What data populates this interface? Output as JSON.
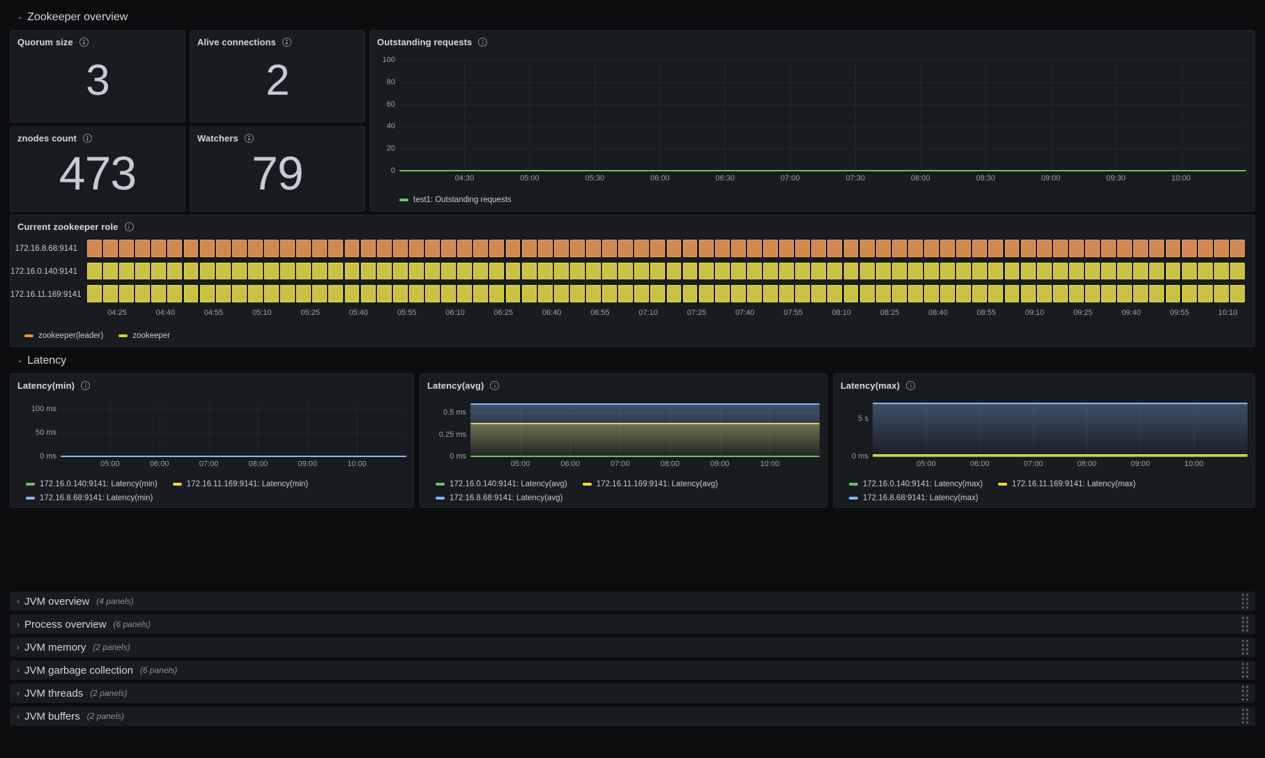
{
  "sections": {
    "zookeeper_overview": {
      "title": "Zookeeper overview",
      "chevron": "chevron-down"
    },
    "latency": {
      "title": "Latency",
      "chevron": "chevron-down"
    }
  },
  "stats": [
    {
      "title": "Quorum size",
      "value": "3"
    },
    {
      "title": "Alive connections",
      "value": "2"
    },
    {
      "title": "znodes count",
      "value": "473"
    },
    {
      "title": "Watchers",
      "value": "79"
    }
  ],
  "outstanding_requests": {
    "title": "Outstanding requests",
    "legend": [
      {
        "label": "test1: Outstanding requests",
        "color": "#73bf69"
      }
    ]
  },
  "zookeeper_role": {
    "title": "Current zookeeper role",
    "rows": [
      "172.16.8.68:9141",
      "172.16.0.140:9141",
      "172.16.11.169:9141"
    ],
    "row_colors": [
      "#d2884f",
      "#cbc23f",
      "#cbc23f"
    ],
    "legend": [
      {
        "label": "zookeeper(leader)",
        "color": "#ef9334"
      },
      {
        "label": "zookeeper",
        "color": "#e0d024"
      }
    ],
    "xticks": [
      "04:25",
      "04:40",
      "04:55",
      "05:10",
      "05:25",
      "05:40",
      "05:55",
      "06:10",
      "06:25",
      "06:40",
      "06:55",
      "07:10",
      "07:25",
      "07:40",
      "07:55",
      "08:10",
      "08:25",
      "08:40",
      "08:55",
      "09:10",
      "09:25",
      "09:40",
      "09:55",
      "10:10"
    ]
  },
  "latency_panels": [
    {
      "title": "Latency(min)",
      "legend": [
        {
          "label": "172.16.0.140:9141: Latency(min)",
          "color": "#73bf69"
        },
        {
          "label": "172.16.11.169:9141: Latency(min)",
          "color": "#fade2a"
        },
        {
          "label": "172.16.8.68:9141: Latency(min)",
          "color": "#8ab8ff"
        }
      ]
    },
    {
      "title": "Latency(avg)",
      "legend": [
        {
          "label": "172.16.0.140:9141: Latency(avg)",
          "color": "#73bf69"
        },
        {
          "label": "172.16.11.169:9141: Latency(avg)",
          "color": "#fade2a"
        },
        {
          "label": "172.16.8.68:9141: Latency(avg)",
          "color": "#8ab8ff"
        }
      ]
    },
    {
      "title": "Latency(max)",
      "legend": [
        {
          "label": "172.16.0.140:9141: Latency(max)",
          "color": "#73bf69"
        },
        {
          "label": "172.16.11.169:9141: Latency(max)",
          "color": "#fade2a"
        },
        {
          "label": "172.16.8.68:9141: Latency(max)",
          "color": "#8ab8ff"
        }
      ]
    }
  ],
  "collapsed_rows": [
    {
      "title": "JVM overview",
      "count": "(4 panels)"
    },
    {
      "title": "Process overview",
      "count": "(6 panels)"
    },
    {
      "title": "JVM memory",
      "count": "(2 panels)"
    },
    {
      "title": "JVM garbage collection",
      "count": "(6 panels)"
    },
    {
      "title": "JVM threads",
      "count": "(2 panels)"
    },
    {
      "title": "JVM buffers",
      "count": "(2 panels)"
    }
  ],
  "chart_data": [
    {
      "type": "line",
      "title": "Outstanding requests",
      "xlabel": "",
      "ylabel": "",
      "ylim": [
        0,
        100
      ],
      "yticks": [
        0,
        20,
        40,
        60,
        80,
        100
      ],
      "ytick_labels": [
        "0",
        "20",
        "40",
        "60",
        "80",
        "100"
      ],
      "xtick_labels": [
        "04:30",
        "05:00",
        "05:30",
        "06:00",
        "06:30",
        "07:00",
        "07:30",
        "08:00",
        "08:30",
        "09:00",
        "09:30",
        "10:00"
      ],
      "grid": true,
      "legend_position": "bottom",
      "series": [
        {
          "name": "test1: Outstanding requests",
          "color": "#73bf69",
          "constant_value": 0
        }
      ]
    },
    {
      "type": "heatmap",
      "title": "Current zookeeper role",
      "ylabel": "",
      "categories": [
        "172.16.8.68:9141",
        "172.16.0.140:9141",
        "172.16.11.169:9141"
      ],
      "states": [
        "zookeeper(leader)",
        "zookeeper",
        "zookeeper"
      ],
      "state_colors": [
        "#d2884f",
        "#cbc23f",
        "#cbc23f"
      ],
      "xtick_labels": [
        "04:25",
        "04:40",
        "04:55",
        "05:10",
        "05:25",
        "05:40",
        "05:55",
        "06:10",
        "06:25",
        "06:40",
        "06:55",
        "07:10",
        "07:25",
        "07:40",
        "07:55",
        "08:10",
        "08:25",
        "08:40",
        "08:55",
        "09:10",
        "09:25",
        "09:40",
        "09:55",
        "10:10"
      ],
      "legend_position": "bottom"
    },
    {
      "type": "line",
      "title": "Latency(min)",
      "ylim": [
        0,
        115
      ],
      "yticks": [
        0,
        50,
        100
      ],
      "ytick_labels": [
        "0 ms",
        "50 ms",
        "100 ms"
      ],
      "xtick_labels": [
        "05:00",
        "06:00",
        "07:00",
        "08:00",
        "09:00",
        "10:00"
      ],
      "grid": true,
      "legend_position": "bottom",
      "series": [
        {
          "name": "172.16.0.140:9141: Latency(min)",
          "color": "#73bf69",
          "constant_value": 0
        },
        {
          "name": "172.16.11.169:9141: Latency(min)",
          "color": "#fade2a",
          "constant_value": 0
        },
        {
          "name": "172.16.8.68:9141: Latency(min)",
          "color": "#8ab8ff",
          "constant_value": 0
        }
      ]
    },
    {
      "type": "area",
      "title": "Latency(avg)",
      "ylim": [
        0,
        0.62
      ],
      "yticks": [
        0,
        0.25,
        0.5
      ],
      "ytick_labels": [
        "0 ms",
        "0.25 ms",
        "0.5 ms"
      ],
      "xtick_labels": [
        "05:00",
        "06:00",
        "07:00",
        "08:00",
        "09:00",
        "10:00"
      ],
      "grid": true,
      "legend_position": "bottom",
      "series": [
        {
          "name": "172.16.0.140:9141: Latency(avg)",
          "color": "#73bf69",
          "constant_value": 0
        },
        {
          "name": "172.16.11.169:9141: Latency(avg)",
          "color": "#fade2a",
          "constant_value": 0.37
        },
        {
          "name": "172.16.8.68:9141: Latency(avg)",
          "color": "#8ab8ff",
          "constant_value": 0.6
        }
      ]
    },
    {
      "type": "area",
      "title": "Latency(max)",
      "ylim": [
        0,
        7.2
      ],
      "yticks": [
        0,
        5
      ],
      "ytick_labels": [
        "0 ms",
        "5 s"
      ],
      "xtick_labels": [
        "05:00",
        "06:00",
        "07:00",
        "08:00",
        "09:00",
        "10:00"
      ],
      "grid": true,
      "legend_position": "bottom",
      "series": [
        {
          "name": "172.16.0.140:9141: Latency(max)",
          "color": "#73bf69",
          "constant_value": 0
        },
        {
          "name": "172.16.11.169:9141: Latency(max)",
          "color": "#fade2a",
          "constant_value": 0.2
        },
        {
          "name": "172.16.8.68:9141: Latency(max)",
          "color": "#8ab8ff",
          "constant_value": 7.0
        }
      ]
    }
  ]
}
